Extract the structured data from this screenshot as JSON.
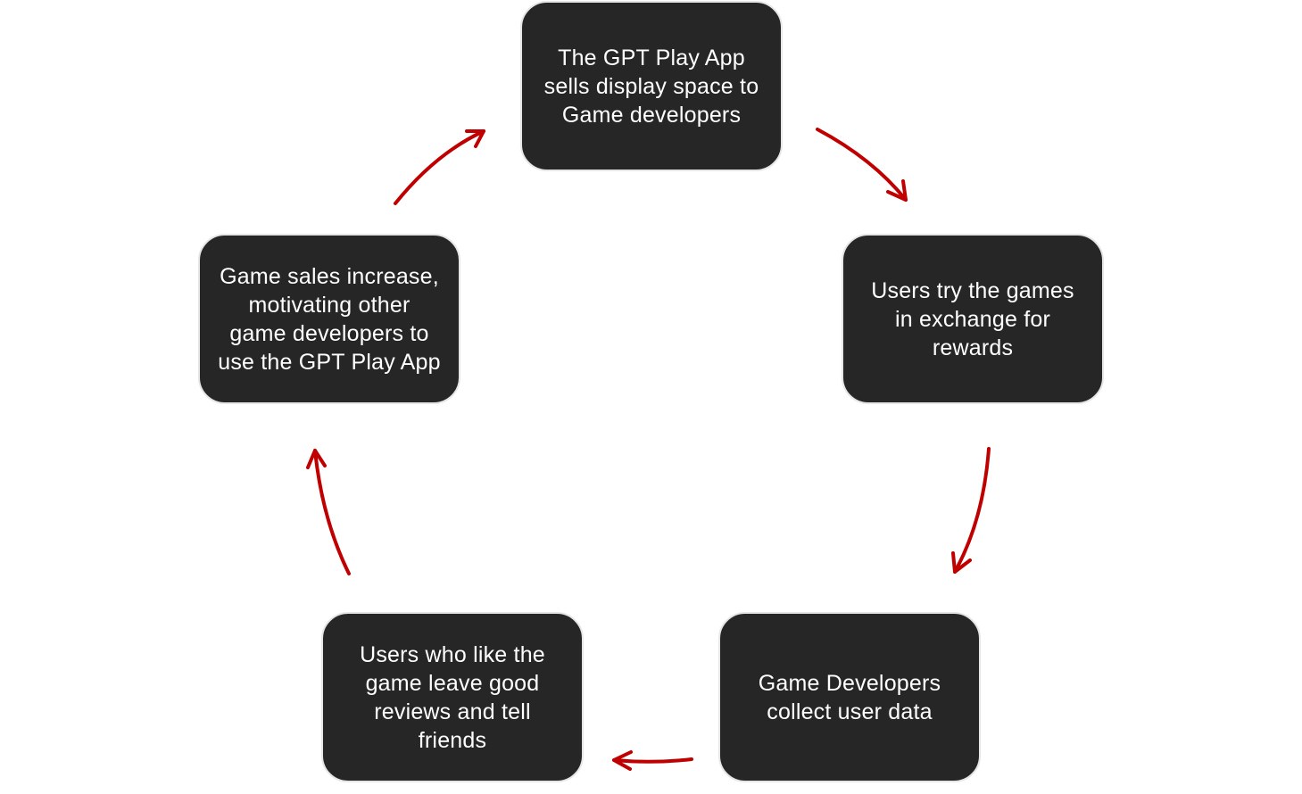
{
  "accent_color": "#c00000",
  "node_color": "#262626",
  "nodes": [
    {
      "id": "n1",
      "text": "The GPT Play App\nsells display space to\nGame developers"
    },
    {
      "id": "n2",
      "text": "Users try the games\nin exchange for\nrewards"
    },
    {
      "id": "n3",
      "text": "Game Developers\ncollect user data"
    },
    {
      "id": "n4",
      "text": "Users who like the\ngame leave good\nreviews and tell\nfriends"
    },
    {
      "id": "n5",
      "text": "Game sales increase,\nmotivating other\ngame developers to\nuse the GPT Play App"
    }
  ],
  "arrows": [
    {
      "from": "n1",
      "to": "n2"
    },
    {
      "from": "n2",
      "to": "n3"
    },
    {
      "from": "n3",
      "to": "n4"
    },
    {
      "from": "n4",
      "to": "n5"
    },
    {
      "from": "n5",
      "to": "n1"
    }
  ]
}
